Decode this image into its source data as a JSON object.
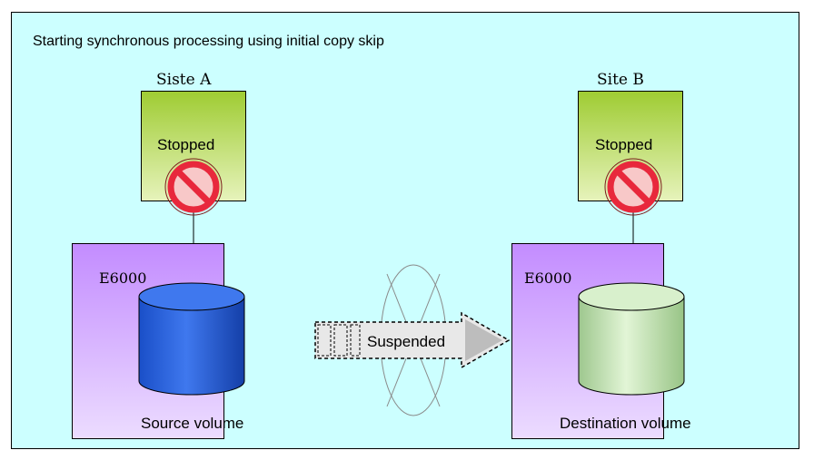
{
  "title": "Starting synchronous processing using initial copy skip",
  "site_a": {
    "label": "Siste A",
    "status": "Stopped",
    "storage_model": "E6000",
    "volume_label": "Source volume"
  },
  "site_b": {
    "label": "Site B",
    "status": "Stopped",
    "storage_model": "E6000",
    "volume_label": "Destination volume"
  },
  "link": {
    "label": "Suspended"
  },
  "colors": {
    "background": "#ccffff",
    "host_top": "#9fcc33",
    "storage_top": "#c38cff",
    "source_volume": "#1f5ad8",
    "destination_volume": "#c4e6b4",
    "prohibit_red": "#e8283c"
  },
  "icons": [
    "prohibited-icon",
    "disk-icon",
    "copy-arrow-icon"
  ]
}
